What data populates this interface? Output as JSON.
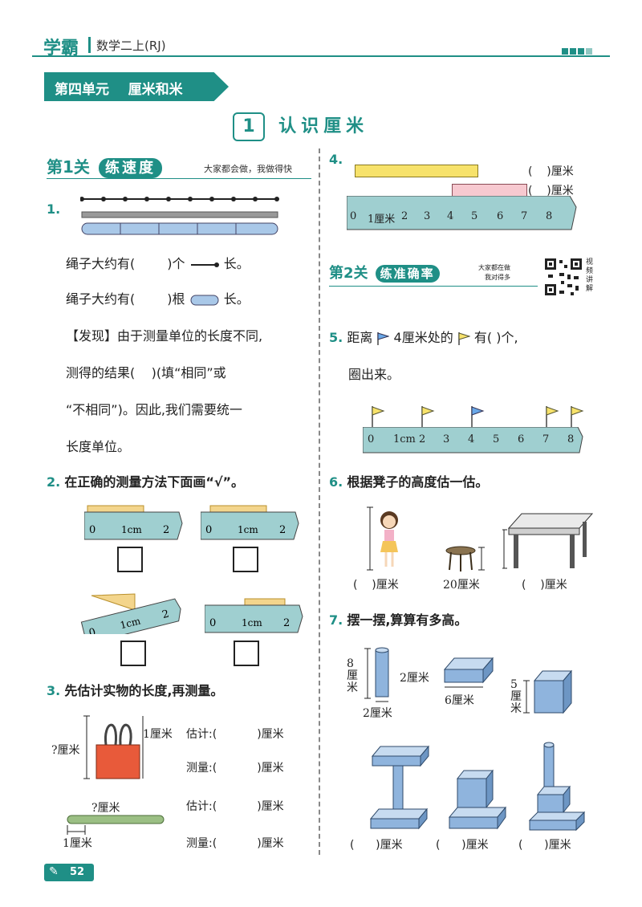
{
  "header": {
    "brand": "学霸",
    "subtitle": "数学二上(RJ)"
  },
  "unit_banner": "第四单元    厘米和米",
  "lesson": {
    "num": "1",
    "title": "认识厘米"
  },
  "level1": {
    "label": "第1关",
    "name": "练速度",
    "slogan": "大家都会做，我做得快"
  },
  "level2": {
    "label": "第2关",
    "name": "练准确率",
    "slogan1": "大家都在做",
    "slogan2": "我对得多",
    "video": "视频讲解"
  },
  "q1": {
    "num": "1.",
    "line1a": "绳子大约有(",
    "line1b": ")个",
    "line1c": "长。",
    "line2a": "绳子大约有(",
    "line2b": ")根",
    "line2c": "长。",
    "p1": "【发现】由于测量单位的长度不同,",
    "p2": "测得的结果(    )(填“相同”或",
    "p3": "“不相同”)。因此,我们需要统一",
    "p4": "长度单位。"
  },
  "q2": {
    "num": "2.",
    "text": "在正确的测量方法下面画“√”。",
    "ruler_labels": [
      "0",
      "1cm",
      "2"
    ]
  },
  "q3": {
    "num": "3.",
    "text": "先估计实物的长度,再测量。",
    "clip_height": "?厘米",
    "clip_width": "1厘米",
    "stick_length": "?厘米",
    "stick_unit": "1厘米",
    "est": "估计:(",
    "meas": "测量:(",
    "unit": ")厘米"
  },
  "q4": {
    "num": "4.",
    "ans1": "(    )厘米",
    "ans2": "(    )厘米",
    "ruler": [
      "0",
      "1厘米",
      "2",
      "3",
      "4",
      "5",
      "6",
      "7",
      "8"
    ]
  },
  "q5": {
    "num": "5.",
    "t1": "距离",
    "t2": "4厘米处的",
    "t3": "有(      )个,",
    "t4": "圈出来。",
    "ruler": [
      "0",
      "1cm",
      "2",
      "3",
      "4",
      "5",
      "6",
      "7",
      "8"
    ]
  },
  "q6": {
    "num": "6.",
    "text": "根据凳子的高度估一估。",
    "a1": "(    )厘米",
    "a2": "20厘米",
    "a3": "(    )厘米"
  },
  "q7": {
    "num": "7.",
    "text": "摆一摆,算算有多高。",
    "cyl_h": "8厘米",
    "cyl_w": "2厘米",
    "slab_h": "2厘米",
    "slab_w": "6厘米",
    "cube": "5厘米",
    "a1": "(      )厘米",
    "a2": "(      )厘米",
    "a3": "(      )厘米"
  },
  "page_number": "52"
}
